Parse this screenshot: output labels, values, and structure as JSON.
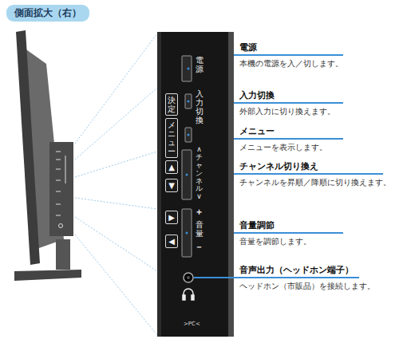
{
  "diagram": {
    "title": "側面拡大（右）",
    "nodes": [
      {
        "text": [
          "決定"
        ]
      },
      {
        "text": [
          "メニュー"
        ]
      },
      {
        "text": [
          "▲"
        ]
      },
      {
        "text": [
          "▼"
        ]
      },
      {
        "text": [
          "▶"
        ]
      },
      {
        "text": [
          "◀"
        ]
      }
    ],
    "labels": [
      "電源",
      "入力切換",
      "∧チャンネル∨",
      "＋",
      "音量",
      "－",
      ">PC<",
      "電源",
      "本機の電源を入／切します。",
      "入力切換",
      "外部入力に切り換えます。",
      "メニュー",
      "メニューを表示します。",
      "チャンネル切り換え",
      "チャンネルを昇順／降順に切り換えます。",
      "音量調節",
      "音量を調節します。",
      "音声出力（ヘッドホン端子）",
      "ヘッドホン（市販品）を接続します。"
    ]
  }
}
